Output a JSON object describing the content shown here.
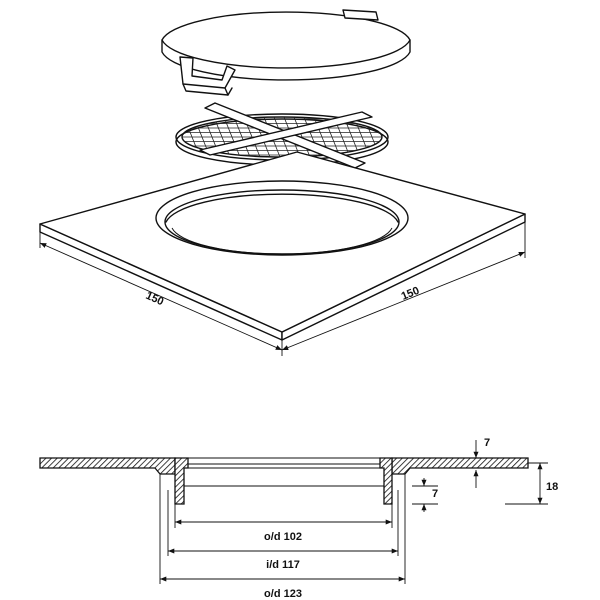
{
  "dimensions": {
    "plate_width": "150",
    "plate_depth": "150",
    "lip_thickness": "7",
    "seat_depth": "7",
    "total_height": "18",
    "outer_diameter_inner": "o/d 102",
    "inner_diameter": "i/d 117",
    "outer_diameter": "o/d 123"
  },
  "colors": {
    "line": "#111111",
    "section_hatch": "#111111",
    "background": "#ffffff"
  }
}
